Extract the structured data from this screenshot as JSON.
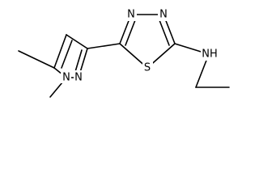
{
  "molecule": {
    "atoms": {
      "N_pyrazole_1": "N",
      "N_pyrazole_2": "N",
      "N_thiadiazole_3": "N",
      "N_thiadiazole_4": "N",
      "S_thiadiazole": "S",
      "NH_amine": "NH"
    }
  }
}
